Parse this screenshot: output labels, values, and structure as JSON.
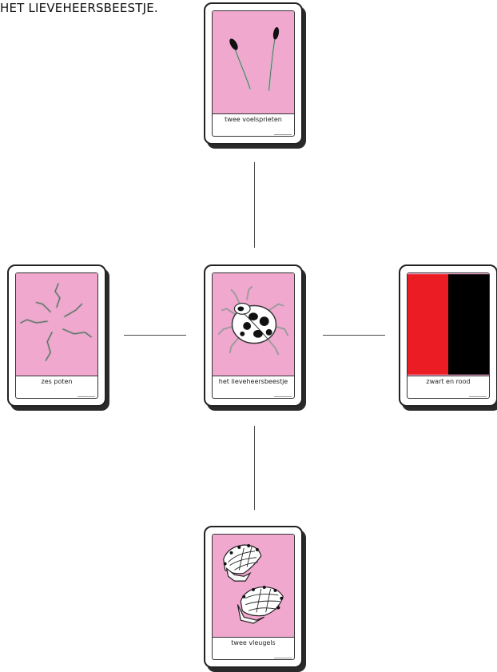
{
  "title": "HET LIEVEHEERSBEESTJE.",
  "center_card": {
    "label": "het lieveheersbeestje",
    "illustration": "ladybug-icon"
  },
  "cards": [
    {
      "id": "top",
      "label": "twee voelsprieten",
      "illustration": "antennae-icon"
    },
    {
      "id": "left",
      "label": "zes poten",
      "illustration": "legs-icon"
    },
    {
      "id": "right",
      "label": "zwart en rood",
      "illustration": "color-swatch-icon",
      "colors": [
        "#ec1c24",
        "#000000"
      ]
    },
    {
      "id": "bottom",
      "label": "twee vleugels",
      "illustration": "wings-icon"
    }
  ],
  "colors": {
    "card_background": "#f0a8ce",
    "red": "#ec1c24",
    "black": "#000000"
  }
}
